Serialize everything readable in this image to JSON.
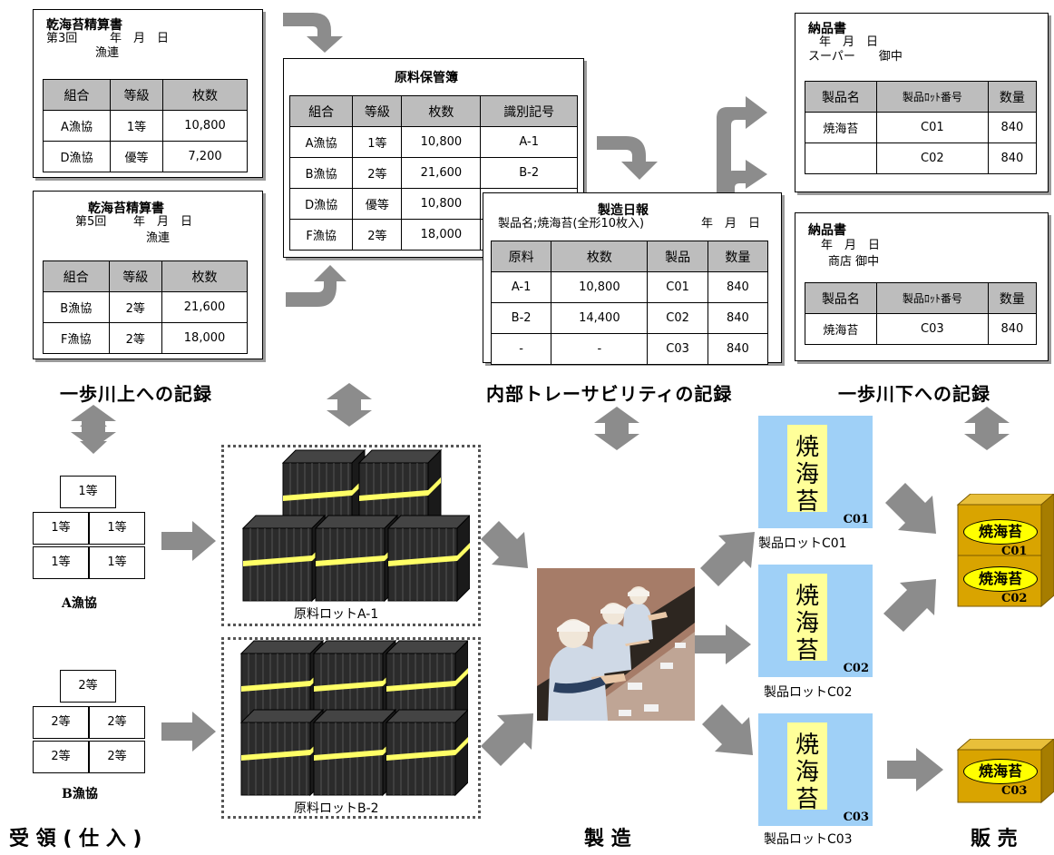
{
  "doc_upstream1": {
    "title": "乾海苔精算書",
    "round": "第3回",
    "date": "年　月　日",
    "sender": "漁連",
    "headers": [
      "組合",
      "等級",
      "枚数"
    ],
    "rows": [
      [
        "A漁協",
        "1等",
        "10,800"
      ],
      [
        "D漁協",
        "優等",
        "7,200"
      ]
    ]
  },
  "doc_upstream2": {
    "title": "乾海苔精算書",
    "round": "第5回",
    "date": "年　月　日",
    "sender": "漁連",
    "headers": [
      "組合",
      "等級",
      "枚数"
    ],
    "rows": [
      [
        "B漁協",
        "2等",
        "21,600"
      ],
      [
        "F漁協",
        "2等",
        "18,000"
      ]
    ]
  },
  "doc_storage": {
    "title": "原料保管簿",
    "headers": [
      "組合",
      "等級",
      "枚数",
      "識別記号"
    ],
    "rows": [
      [
        "A漁協",
        "1等",
        "10,800",
        "A-1"
      ],
      [
        "B漁協",
        "2等",
        "21,600",
        "B-2"
      ],
      [
        "D漁協",
        "優等",
        "10,800",
        ""
      ],
      [
        "F漁協",
        "2等",
        "18,000",
        ""
      ]
    ]
  },
  "doc_daily": {
    "title": "製造日報",
    "product_line": "製品名;焼海苔(全形10枚入)",
    "date": "年　月　日",
    "headers": [
      "原料",
      "枚数",
      "製品",
      "数量"
    ],
    "rows": [
      [
        "A-1",
        "10,800",
        "C01",
        "840"
      ],
      [
        "B-2",
        "14,400",
        "C02",
        "840"
      ],
      [
        "-",
        "-",
        "C03",
        "840"
      ]
    ]
  },
  "doc_delivery1": {
    "title": "納品書",
    "date": "年　月　日",
    "recipient": "スーパー　　御中",
    "headers": [
      "製品名",
      "製品ﾛｯﾄ番号",
      "数量"
    ],
    "rows": [
      [
        "焼海苔",
        "C01",
        "840"
      ],
      [
        "",
        "C02",
        "840"
      ]
    ]
  },
  "doc_delivery2": {
    "title": "納品書",
    "date": "年　月　日",
    "recipient": "商店 御中",
    "headers": [
      "製品名",
      "製品ﾛｯﾄ番号",
      "数量"
    ],
    "rows": [
      [
        "焼海苔",
        "C03",
        "840"
      ]
    ]
  },
  "headings": {
    "upstream": "一歩川上への記録",
    "internal": "内部トレーサビリティの記録",
    "downstream": "一歩川下への記録"
  },
  "stages": {
    "receiving": "受 領 ( 仕 入 )",
    "manufacturing": "製 造",
    "sales": "販 売"
  },
  "suppliers": {
    "a": {
      "grade": "1等",
      "name": "A漁協"
    },
    "b": {
      "grade": "2等",
      "name": "B漁協"
    }
  },
  "lots": {
    "raw_a": "原料ロットA-1",
    "raw_b": "原料ロットB-2"
  },
  "products": {
    "name_chars": [
      "焼",
      "海",
      "苔"
    ],
    "c01": {
      "code": "C01",
      "label": "製品ロットC01"
    },
    "c02": {
      "code": "C02",
      "label": "製品ロットC02"
    },
    "c03": {
      "code": "C03",
      "label": "製品ロットC03"
    }
  },
  "sales_boxes": {
    "product": "焼海苔",
    "c01": "C01",
    "c02": "C02",
    "c03": "C03"
  },
  "colors": {
    "arrow": "#8c8c8c",
    "product_bg": "#9fd0f7",
    "product_label": "#ffff99",
    "crate": "#d9a400",
    "band": "#ffff66"
  }
}
